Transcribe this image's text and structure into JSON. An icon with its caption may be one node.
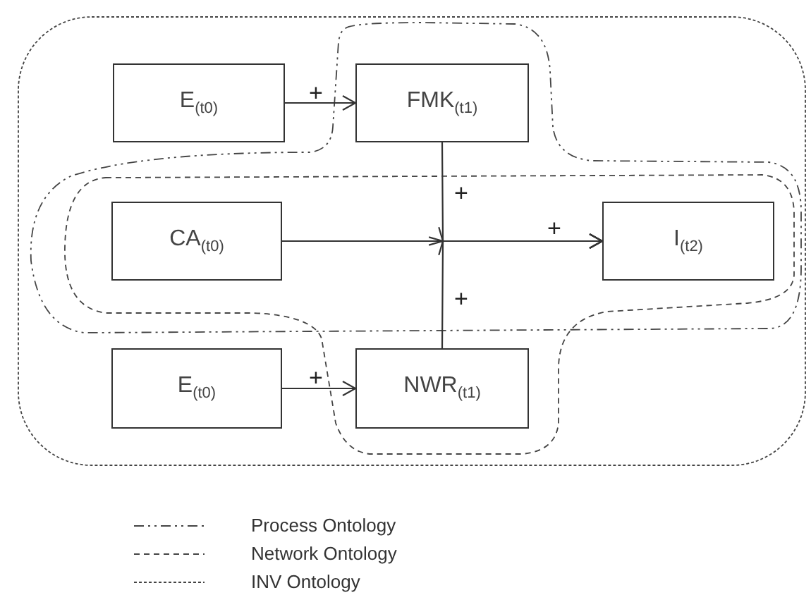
{
  "diagram": {
    "nodes": [
      {
        "text": [
          "E$_{(t0)}$"
        ]
      },
      {
        "text": [
          "FMK$_{(t1)}$"
        ]
      },
      {
        "text": [
          "CA$_{(t0)}$"
        ]
      },
      {
        "text": [
          "I$_{(t2)}$"
        ]
      },
      {
        "text": [
          "E$_{(t0)}$"
        ]
      },
      {
        "text": [
          "NWR$_{(t1)}$"
        ]
      }
    ],
    "edges": [
      {
        "from": 0,
        "to": 1,
        "arrow": "to",
        "label": "+"
      },
      {
        "from": 1,
        "to": 3,
        "arrow": "to",
        "label": "+"
      },
      {
        "from": 2,
        "to": 3,
        "arrow": "to",
        "label": "+"
      },
      {
        "from": 5,
        "to": 3,
        "arrow": "to",
        "label": "+"
      },
      {
        "from": 4,
        "to": 5,
        "arrow": "to",
        "label": "+"
      }
    ],
    "legend": [
      {
        "text": "Process Ontology"
      },
      {
        "text": "Network Ontology"
      },
      {
        "text": "INV Ontology"
      }
    ]
  }
}
